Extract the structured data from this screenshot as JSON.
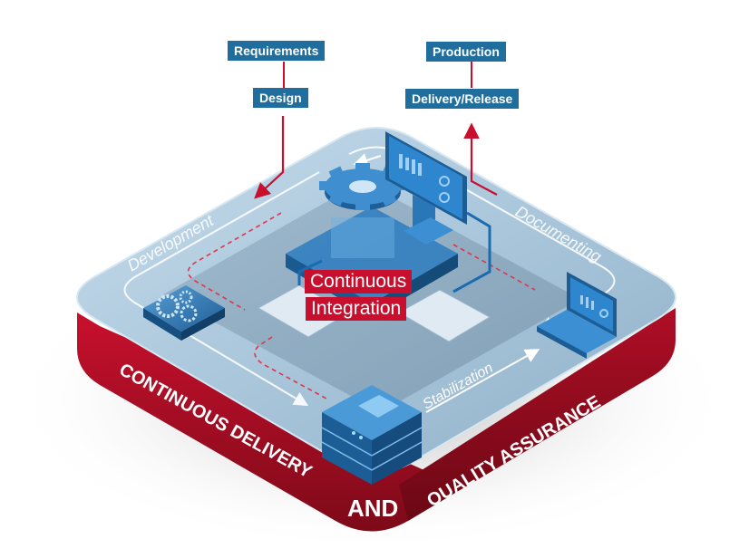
{
  "top_flow_left": [
    "Requirements",
    "Design"
  ],
  "top_flow_right": [
    "Production",
    "Delivery/Release"
  ],
  "center_label": [
    "Continuous",
    "Integration"
  ],
  "loop_labels": {
    "development": "Development",
    "documenting": "Documenting",
    "stabilization": "Stabilization"
  },
  "base_band": {
    "left": "CONTINUOUS DELIVERY",
    "middle": "AND",
    "right": "QUALITY ASSURANCE"
  },
  "colors": {
    "tag_blue": "#1f6e9e",
    "accent_red": "#c8102e",
    "platform_top": "#9fbfd6",
    "band_red": "#a90c1f"
  },
  "icons": [
    "gears-cube-icon",
    "gear-icon",
    "monitor-dashboard-icon",
    "laptop-icon",
    "server-stack-icon"
  ]
}
